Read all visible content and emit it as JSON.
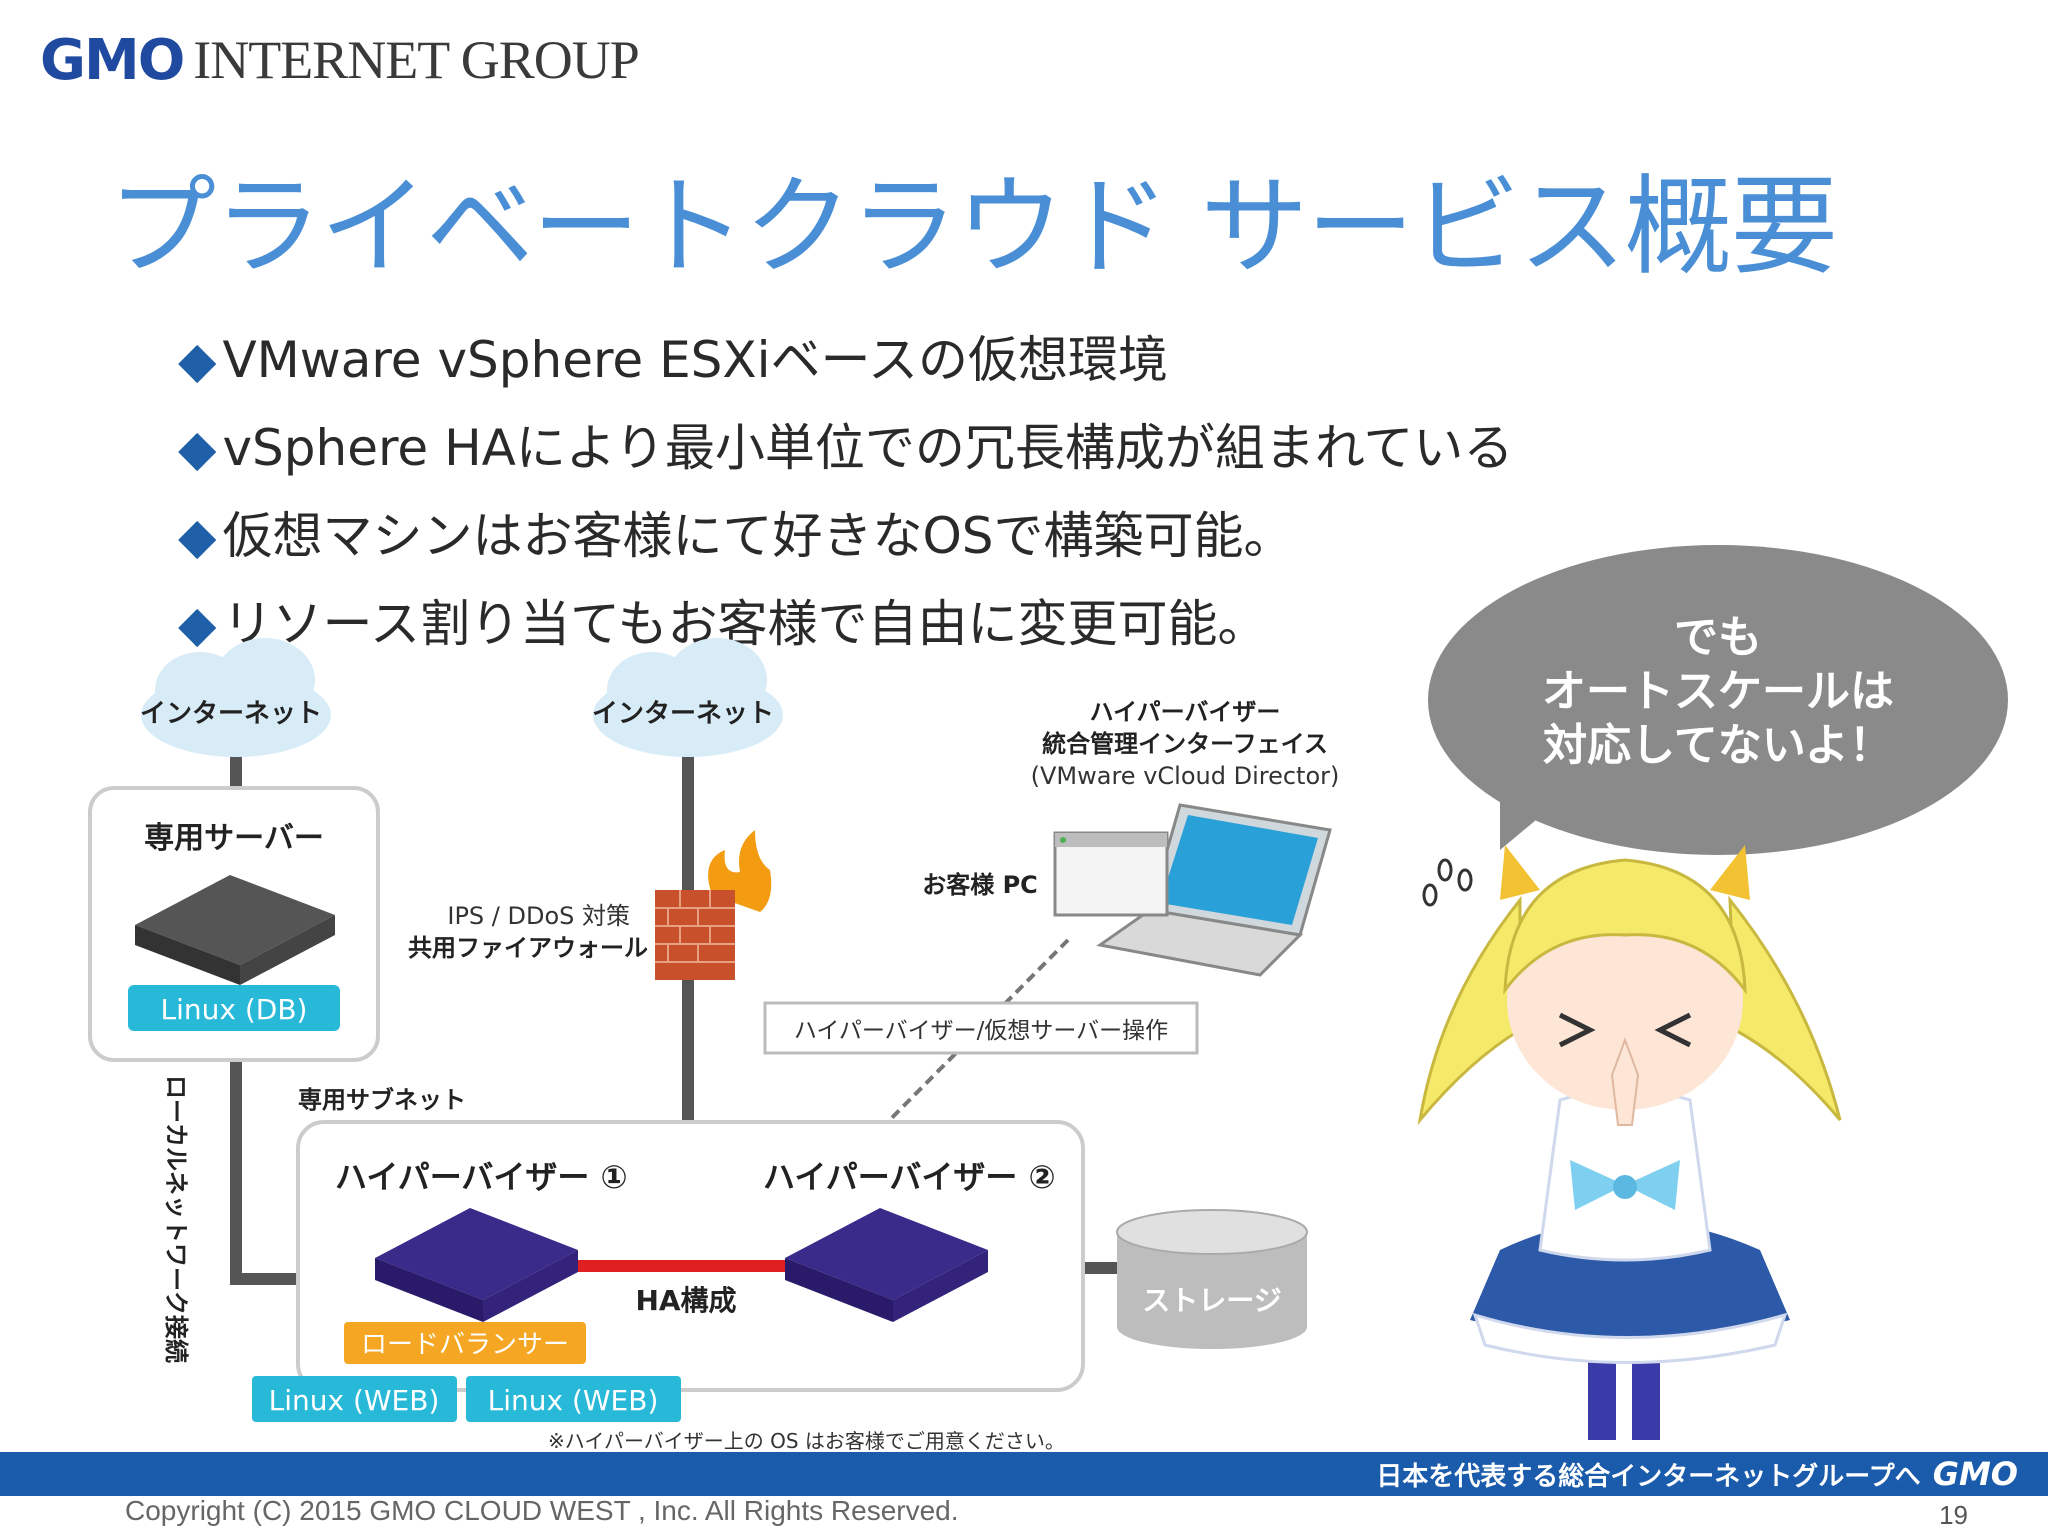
{
  "header": {
    "logo_gmo": "GMO",
    "logo_group": "INTERNET GROUP"
  },
  "title": "プライベートクラウド サービス概要",
  "bullets": [
    "VMware vSphere ESXiベースの仮想環境",
    "vSphere HAにより最小単位での冗長構成が組まれている",
    "仮想マシンはお客様にて好きなOSで構築可能。",
    "リソース割り当てもお客様で自由に変更可能。"
  ],
  "bullet_marker": "◆",
  "diagram": {
    "cloud_left": "インターネット",
    "cloud_right": "インターネット",
    "dedicated_server": "専用サーバー",
    "linux_db": "Linux (DB)",
    "firewall_line1": "IPS / DDoS 対策",
    "firewall_line2": "共用ファイアウォール",
    "hv_ui_line1": "ハイパーバイザー",
    "hv_ui_line2": "統合管理インターフェイス",
    "hv_ui_line3": "(VMware vCloud Director)",
    "customer_pc": "お客様 PC",
    "operation": "ハイパーバイザー/仮想サーバー操作",
    "local_network": "ローカルネットワーク接続",
    "subnet": "専用サブネット",
    "hypervisor1": "ハイパーバイザー ①",
    "hypervisor2": "ハイパーバイザー ②",
    "ha": "HA構成",
    "storage": "ストレージ",
    "load_balancer": "ロードバランサー",
    "linux_web1": "Linux (WEB)",
    "linux_web2": "Linux (WEB)",
    "note": "※ハイパーバイザー上の OS はお客様でご用意ください。"
  },
  "speech_bubble": {
    "line1": "でも",
    "line2": "オートスケールは",
    "line3": "対応してないよ！"
  },
  "footer": {
    "tagline": "日本を代表する総合インターネットグループへ",
    "tagline_logo": "GMO",
    "copyright": "Copyright (C) 2015 GMO CLOUD WEST , Inc. All Rights Reserved.",
    "page_number": "19"
  },
  "colors": {
    "title": "#4a8fd6",
    "footer_bar": "#1a5bab",
    "linux_label": "#28b8d8",
    "load_balancer": "#f5a623",
    "ha_line": "#e02020",
    "bubble": "#888888"
  }
}
